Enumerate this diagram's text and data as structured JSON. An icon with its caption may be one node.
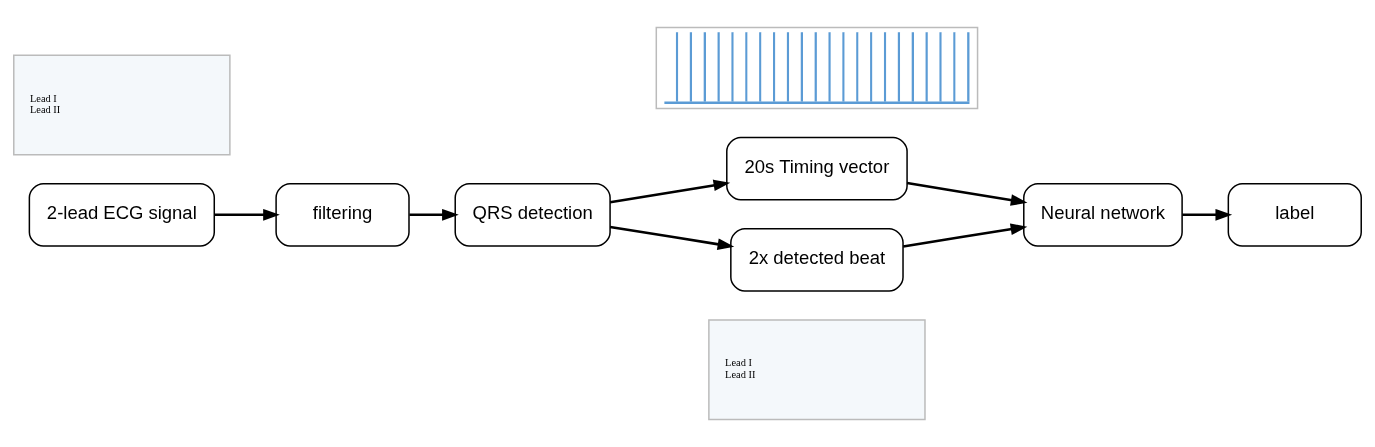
{
  "diagram": {
    "nodes": [
      {
        "text": [
          "2-lead ECG signal"
        ]
      },
      {
        "text": [
          "filtering"
        ]
      },
      {
        "text": [
          "QRS detection"
        ]
      },
      {
        "text": [
          "20s Timing vector"
        ]
      },
      {
        "text": [
          "2x detected beat"
        ]
      },
      {
        "text": [
          "Neural network"
        ]
      },
      {
        "text": [
          "label"
        ]
      },
      {
        "text": [
          "Lead I",
          "Lead II"
        ]
      },
      {
        "text": [],
        "shape": "picture"
      },
      {
        "text": [
          "Lead I",
          "Lead II"
        ]
      }
    ],
    "edges": [
      {
        "from": 0,
        "to": 1,
        "arrow": "to"
      },
      {
        "from": 1,
        "to": 2,
        "arrow": "to"
      },
      {
        "from": 2,
        "to": 3,
        "arrow": "to"
      },
      {
        "from": 2,
        "to": 4,
        "arrow": "to"
      },
      {
        "from": 3,
        "to": 5,
        "arrow": "to"
      },
      {
        "from": 4,
        "to": 5,
        "arrow": "to"
      },
      {
        "from": 5,
        "to": 6,
        "arrow": "to"
      }
    ]
  }
}
